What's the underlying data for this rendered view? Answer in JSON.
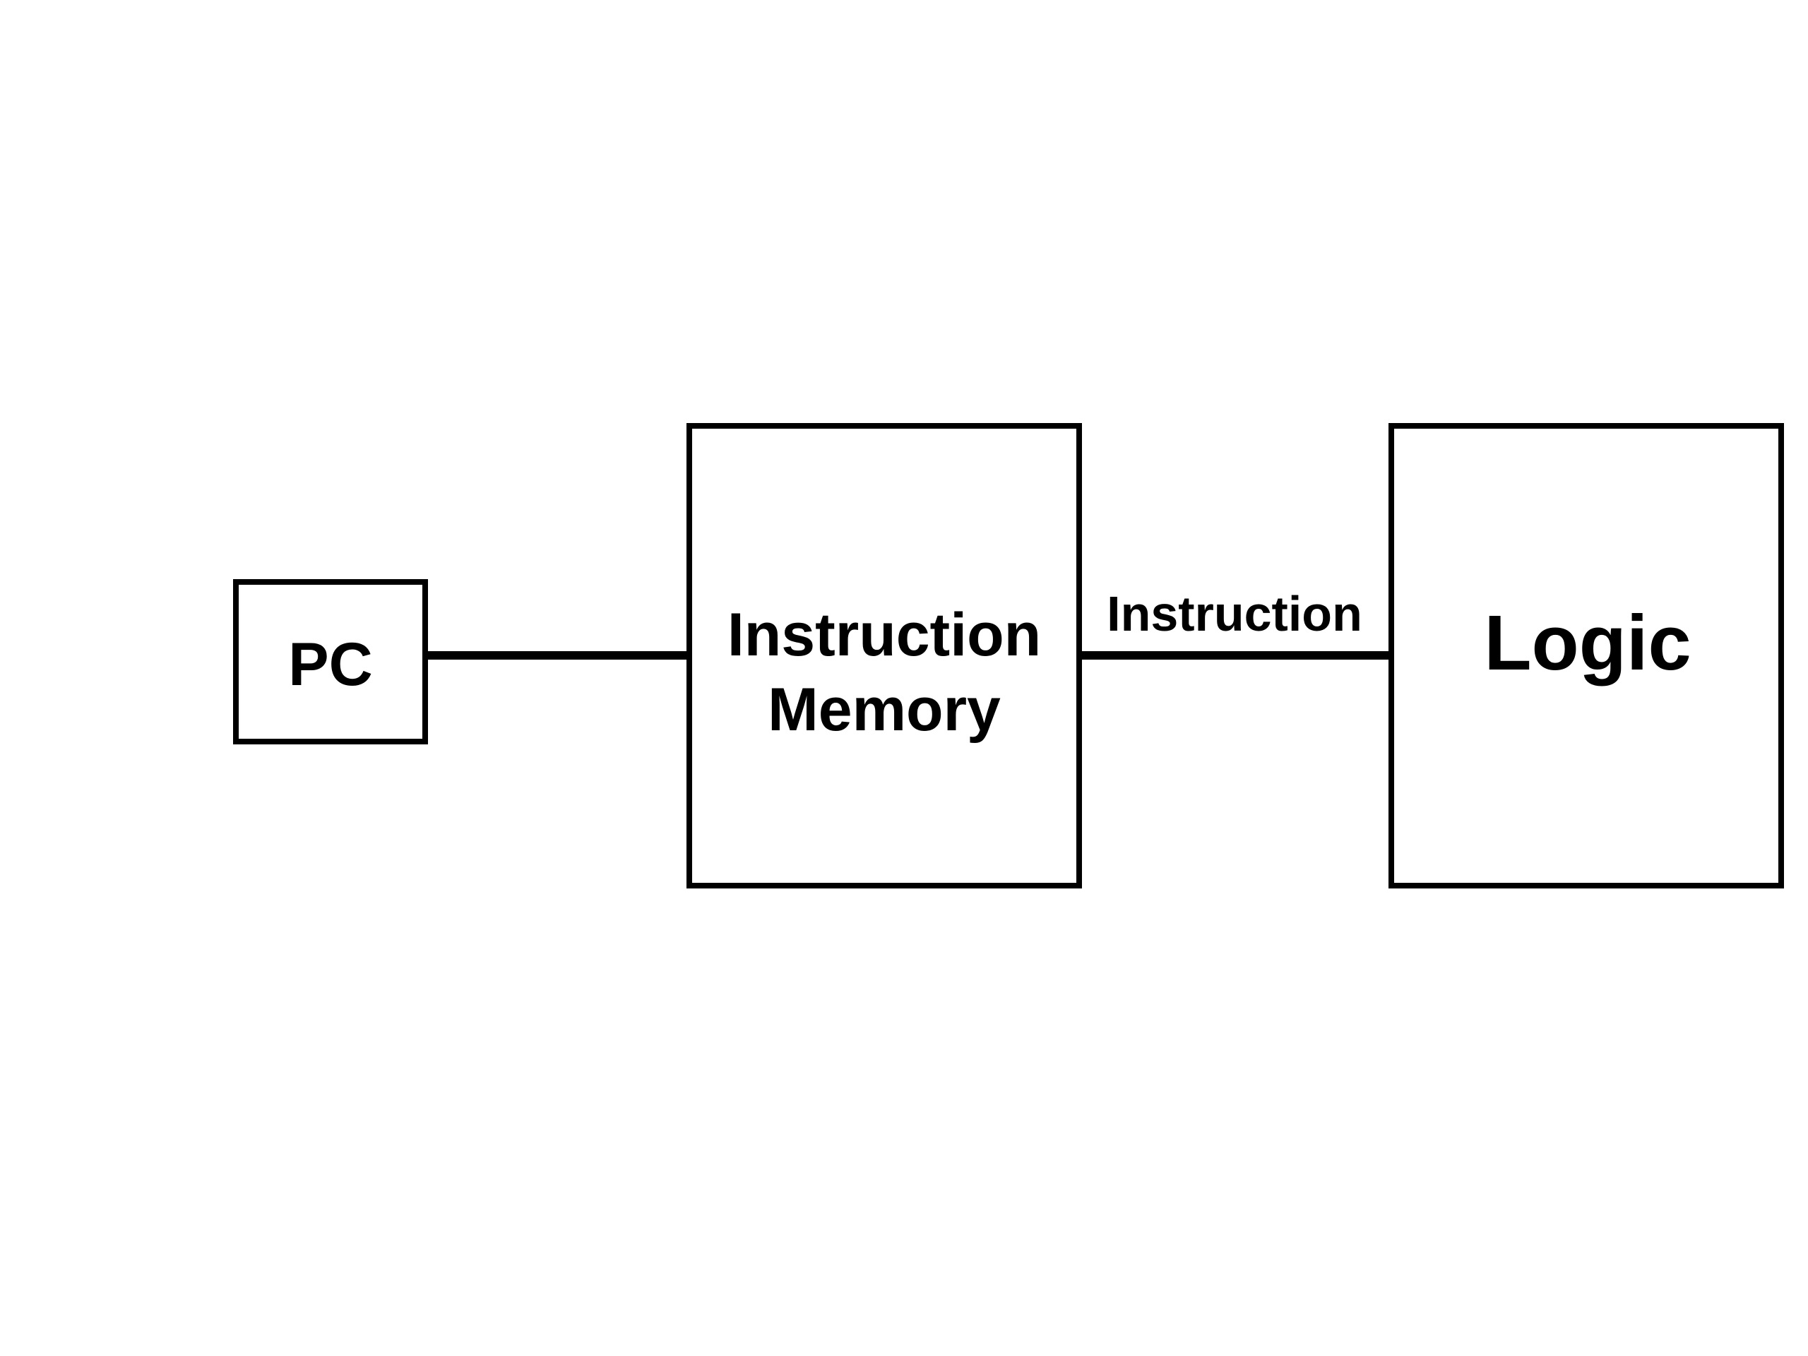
{
  "diagram": {
    "blocks": {
      "pc": {
        "label": "PC"
      },
      "instruction_memory": {
        "line1": "Instruction",
        "line2": "Memory"
      },
      "logic": {
        "label": "Logic"
      }
    },
    "wires": {
      "memory_to_logic": {
        "label": "Instruction"
      }
    },
    "colors": {
      "stroke": "#000000",
      "background": "#ffffff"
    }
  }
}
